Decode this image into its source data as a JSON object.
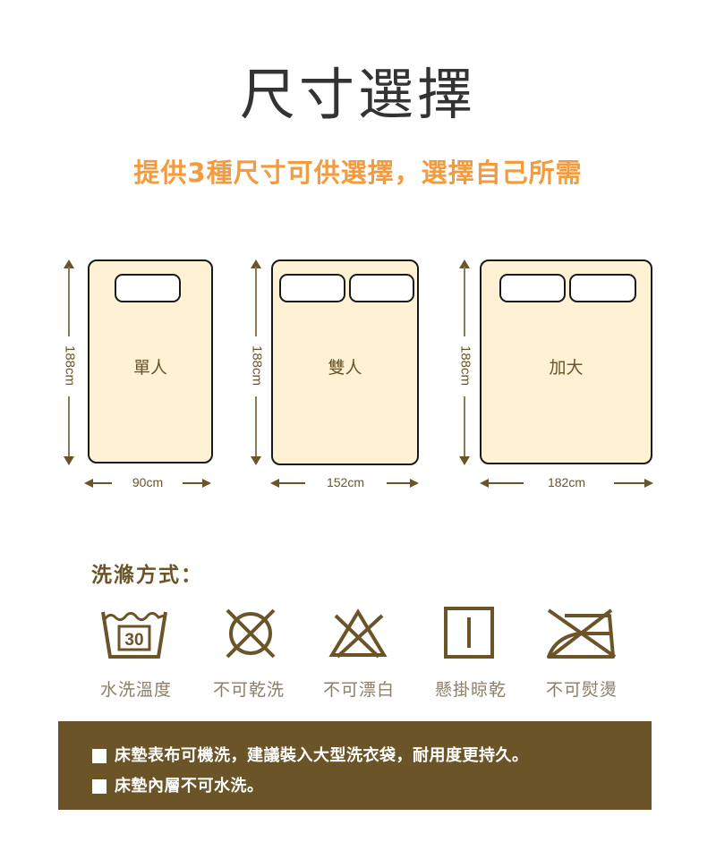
{
  "header": {
    "title": "尺寸選擇",
    "subtitle": "提供3種尺寸可供選擇，選擇自己所需"
  },
  "colors": {
    "accent_orange": "#F29B3F",
    "brand_brown": "#6B5428",
    "bed_fill": "#FFF1D4",
    "title_gray": "#333333"
  },
  "sizes": [
    {
      "name": "單人",
      "length": "188cm",
      "width": "90cm",
      "pillows": 1
    },
    {
      "name": "雙人",
      "length": "188cm",
      "width": "152cm",
      "pillows": 2
    },
    {
      "name": "加大",
      "length": "188cm",
      "width": "182cm",
      "pillows": 2
    }
  ],
  "care": {
    "title": "洗滌方式：",
    "items": [
      {
        "icon": "wash-30-icon",
        "badge": "30",
        "label": "水洗溫度"
      },
      {
        "icon": "no-dry-clean-icon",
        "label": "不可乾洗"
      },
      {
        "icon": "no-bleach-icon",
        "label": "不可漂白"
      },
      {
        "icon": "hang-dry-icon",
        "label": "懸掛晾乾"
      },
      {
        "icon": "no-iron-icon",
        "label": "不可熨燙"
      }
    ]
  },
  "notice": {
    "items": [
      "床墊表布可機洗，建議裝入大型洗衣袋，耐用度更持久。",
      "床墊內層不可水洗。"
    ]
  }
}
